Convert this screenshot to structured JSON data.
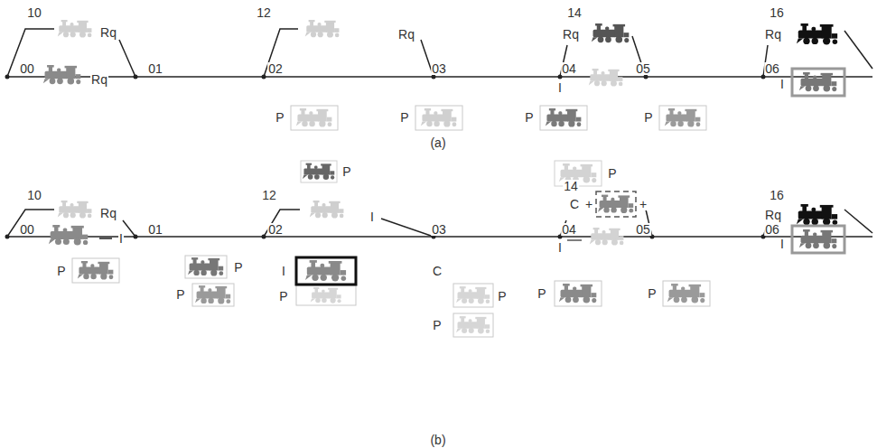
{
  "diagram": {
    "labels": [
      "10",
      "Rq",
      "00",
      "Rq",
      "01",
      "12",
      "Rq",
      "02",
      "03",
      "14",
      "Rq",
      "04",
      "I",
      "05",
      "16",
      "Rq",
      "06",
      "I",
      "P",
      "P",
      "P",
      "P",
      "(a)",
      "10",
      "Rq",
      "00",
      "I",
      "01",
      "P",
      "P",
      "P",
      "P",
      "12",
      "I",
      "02",
      "I",
      "P",
      "03",
      "C",
      "P",
      "P",
      "P",
      "14",
      "C",
      "+",
      "+",
      "04",
      "I",
      "P",
      "05",
      "P",
      "16",
      "Rq",
      "06",
      "I",
      "(b)"
    ]
  }
}
